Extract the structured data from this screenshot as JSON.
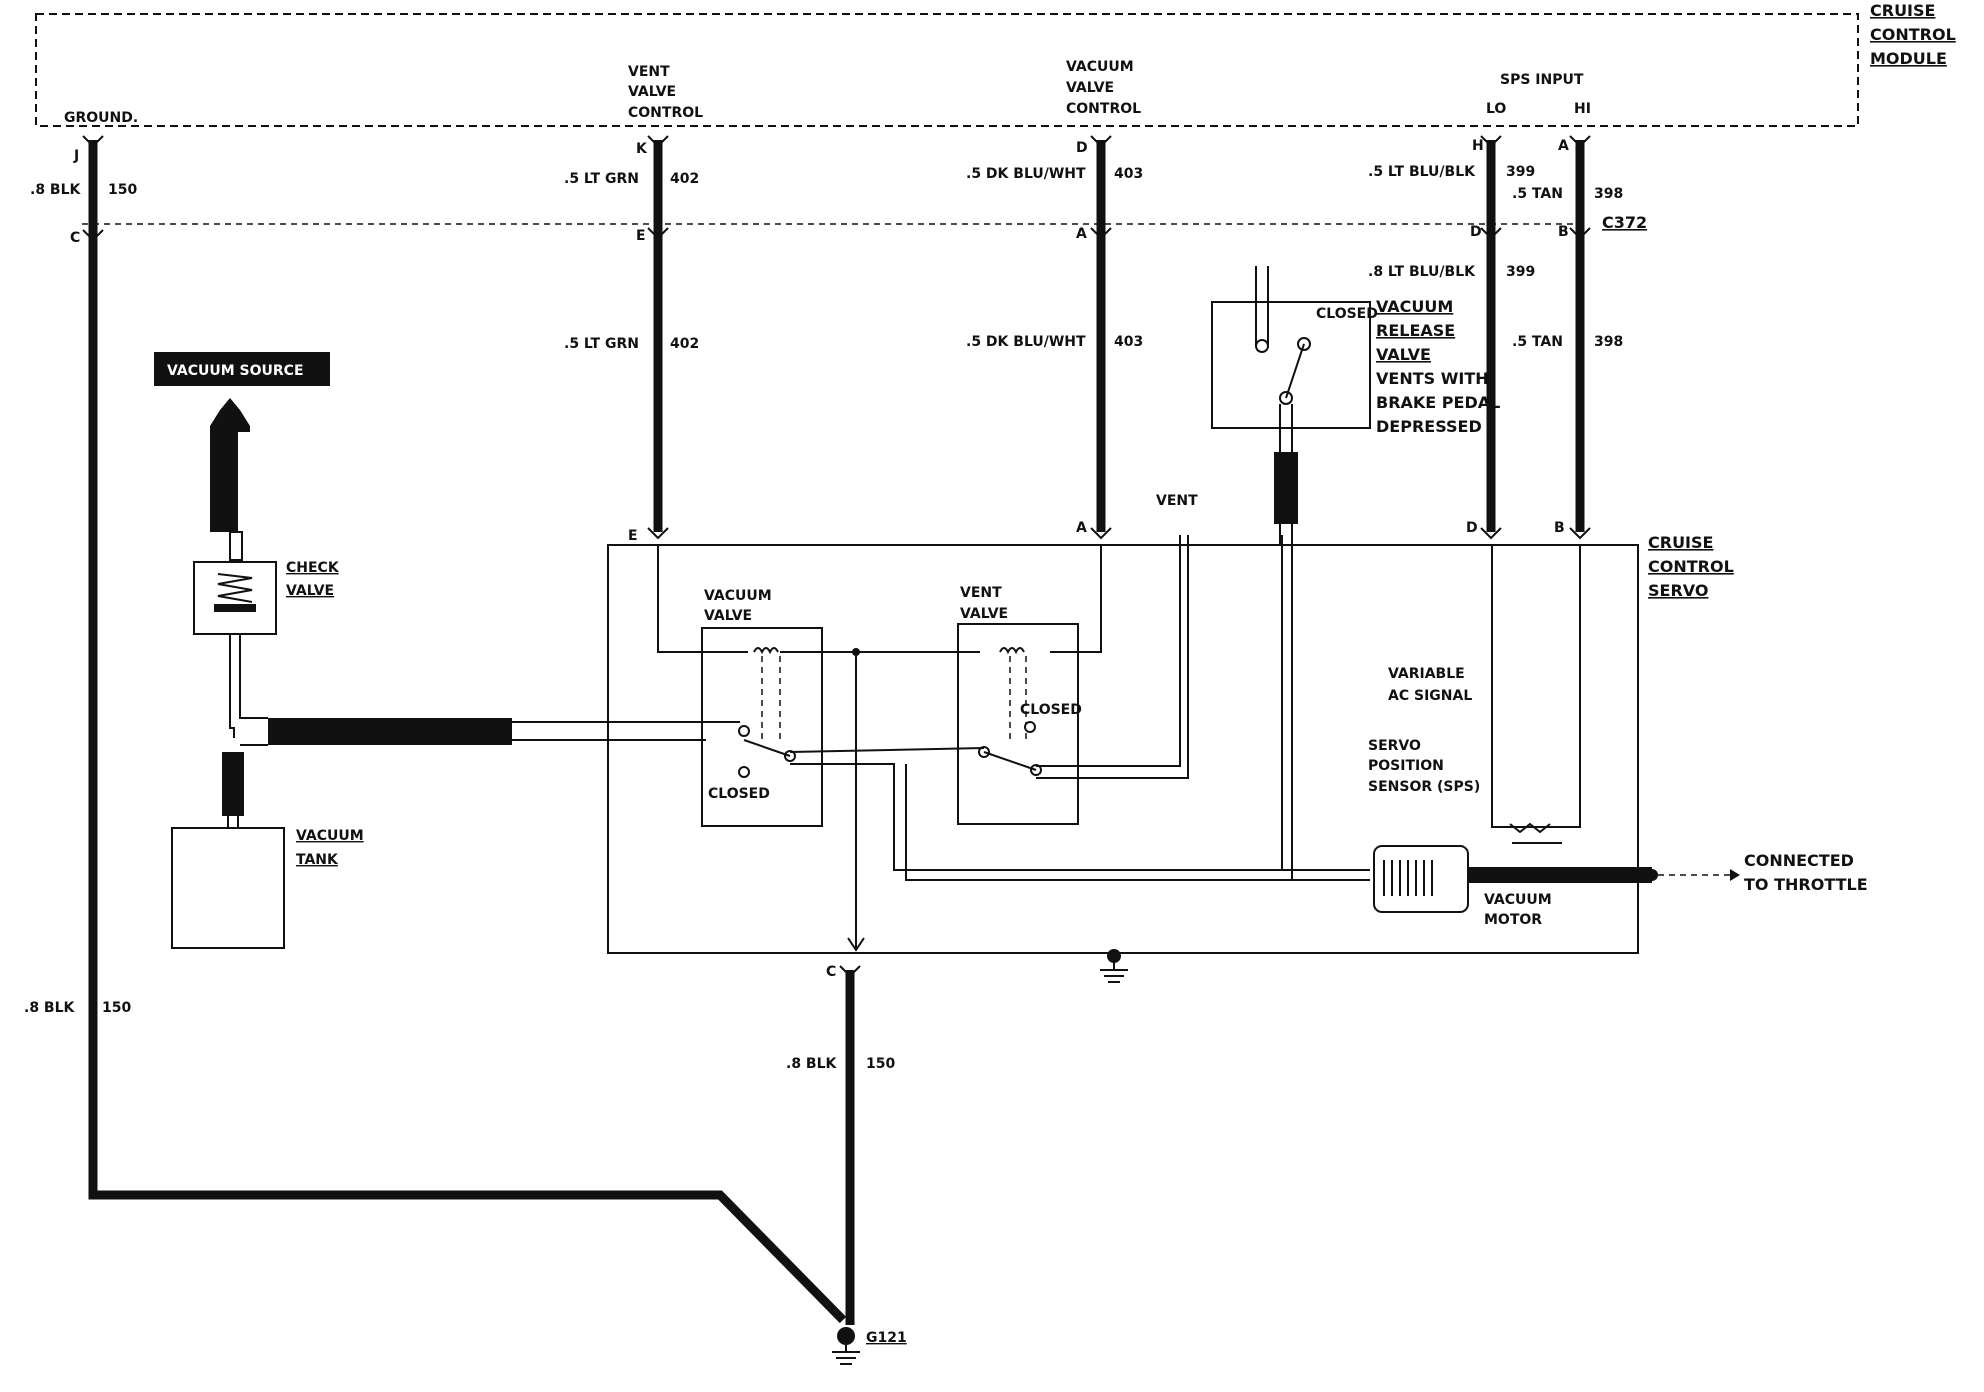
{
  "module": {
    "title_lines": [
      "CRUISE",
      "CONTROL",
      "MODULE"
    ],
    "ground_label": "GROUND.",
    "vent_valve_control": [
      "VENT",
      "VALVE",
      "CONTROL"
    ],
    "vacuum_valve_control": [
      "VACUUM",
      "VALVE",
      "CONTROL"
    ],
    "sps_input": "SPS INPUT",
    "lo": "LO",
    "hi": "HI"
  },
  "connector": {
    "name": "C372"
  },
  "pins": {
    "module": {
      "ground": "J",
      "vent": "K",
      "vacuum": "D",
      "lo": "H",
      "hi": "A"
    },
    "connector": {
      "ground": "C",
      "vent": "E",
      "vacuum": "A",
      "lo": "D",
      "hi": "B"
    },
    "servo": {
      "vent": "E",
      "vacuum": "A",
      "lo": "D",
      "hi": "B",
      "ground": "C"
    }
  },
  "wires": {
    "ground_top": {
      "color": ".8 BLK",
      "circuit": "150"
    },
    "ground_mid": {
      "color": ".8 BLK",
      "circuit": "150"
    },
    "ground_servo": {
      "color": ".8 BLK",
      "circuit": "150"
    },
    "vent_upper": {
      "color": ".5 LT GRN",
      "circuit": "402"
    },
    "vent_lower": {
      "color": ".5 LT GRN",
      "circuit": "402"
    },
    "vacuum_upper": {
      "color": ".5 DK BLU/WHT",
      "circuit": "403"
    },
    "vacuum_lower": {
      "color": ".5 DK BLU/WHT",
      "circuit": "403"
    },
    "lo_upper": {
      "color": ".5 LT BLU/BLK",
      "circuit": "399"
    },
    "lo_lower": {
      "color": ".8 LT BLU/BLK",
      "circuit": "399"
    },
    "hi_upper": {
      "color": ".5 TAN",
      "circuit": "398"
    },
    "hi_lower": {
      "color": ".5 TAN",
      "circuit": "398"
    }
  },
  "components": {
    "vacuum_source": "VACUUM SOURCE",
    "check_valve": [
      "CHECK",
      "VALVE"
    ],
    "vacuum_tank": [
      "VACUUM",
      "TANK"
    ],
    "vacuum_valve": [
      "VACUUM",
      "VALVE"
    ],
    "vent_valve": [
      "VENT",
      "VALVE"
    ],
    "closed": "CLOSED",
    "vent": "VENT",
    "release_valve": [
      "VACUUM",
      "RELEASE",
      "VALVE",
      "VENTS WITH",
      "BRAKE PEDAL",
      "DEPRESSED"
    ],
    "servo_title": [
      "CRUISE",
      "CONTROL",
      "SERVO"
    ],
    "variable_ac": [
      "VARIABLE",
      "AC SIGNAL"
    ],
    "sps": [
      "SERVO",
      "POSITION",
      "SENSOR (SPS)"
    ],
    "vacuum_motor": [
      "VACUUM",
      "MOTOR"
    ],
    "throttle": [
      "CONNECTED",
      "TO THROTTLE"
    ],
    "ground_point": "G121"
  }
}
